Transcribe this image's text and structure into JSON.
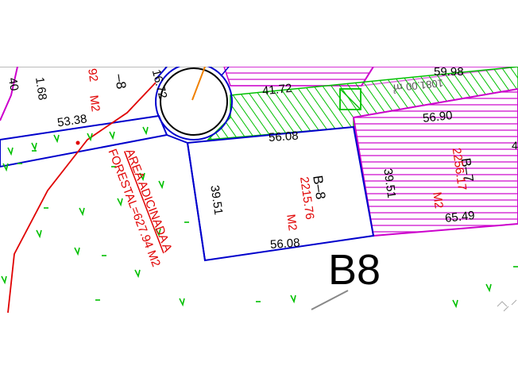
{
  "map": {
    "big_label": "B8",
    "lots": {
      "b8": {
        "name": "B–8",
        "area": "2215.76",
        "unit": "M2",
        "top_dim": "56.08",
        "bottom_dim": "56.08",
        "left_dim": "39.51"
      },
      "b7": {
        "name": "B–7",
        "area": "2256.17",
        "unit": "M2",
        "top_dim": "56.90",
        "left_dim": "39.51",
        "bottom_dim": "65.49"
      },
      "left_lot": {
        "name": "–8",
        "area_fragment": "92",
        "unit": "M2",
        "dim_a": "53.38",
        "dim_b": "1.68",
        "dim_c": "40",
        "dim_d": "16.72"
      }
    },
    "green_strip": {
      "dim": "41.72",
      "code_text": "1081.00 ㎡"
    },
    "top_dim": "59.98",
    "forestal": {
      "line1": "AREA ADICINADA A",
      "line2": "FORESTAL=627.94 M2"
    },
    "colors": {
      "magenta": "#cc00cc",
      "green": "#00cc00",
      "blue": "#0000cc",
      "red": "#e00000",
      "orange": "#f08000"
    }
  }
}
